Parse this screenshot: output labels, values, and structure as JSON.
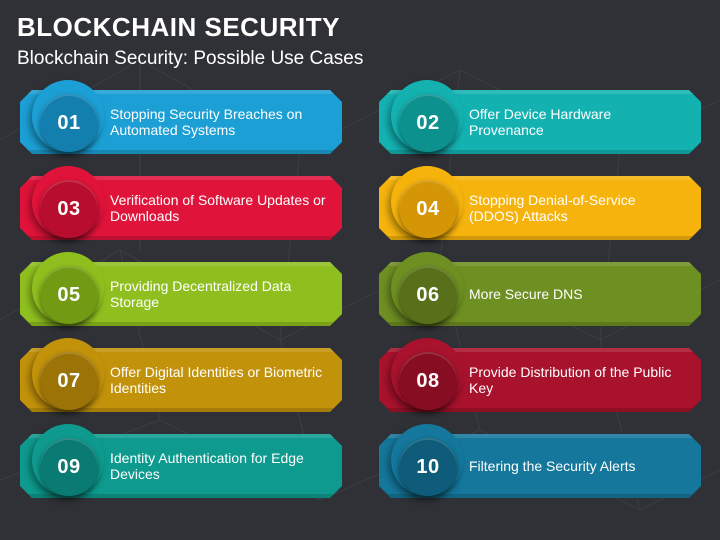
{
  "header": {
    "title": "BLOCKCHAIN SECURITY",
    "subtitle": "Blockchain Security: Possible Use Cases"
  },
  "items": [
    {
      "num": "01",
      "label": "Stopping Security Breaches on Automated Systems",
      "color": "#1c9fd4",
      "dark": "#137fae"
    },
    {
      "num": "02",
      "label": "Offer Device Hardware Provenance",
      "color": "#13b2b1",
      "dark": "#0c918f"
    },
    {
      "num": "03",
      "label": "Verification of Software Updates or Downloads",
      "color": "#e0133a",
      "dark": "#b80d2e"
    },
    {
      "num": "04",
      "label": "Stopping Denial-of-Service (DDOS) Attacks",
      "color": "#f5b30c",
      "dark": "#d59606"
    },
    {
      "num": "05",
      "label": "Providing Decentralized Data Storage",
      "color": "#8fbf1e",
      "dark": "#729a12"
    },
    {
      "num": "06",
      "label": "More Secure DNS",
      "color": "#6e8f22",
      "dark": "#577019"
    },
    {
      "num": "07",
      "label": "Offer Digital Identities or Biometric Identities",
      "color": "#c2920b",
      "dark": "#9b7306"
    },
    {
      "num": "08",
      "label": "Provide Distribution of the Public Key",
      "color": "#a8122c",
      "dark": "#870d22"
    },
    {
      "num": "09",
      "label": "Identity Authentication for Edge Devices",
      "color": "#0e9a8e",
      "dark": "#0a7b72"
    },
    {
      "num": "10",
      "label": "Filtering the Security Alerts",
      "color": "#14779b",
      "dark": "#0e5c79"
    }
  ]
}
